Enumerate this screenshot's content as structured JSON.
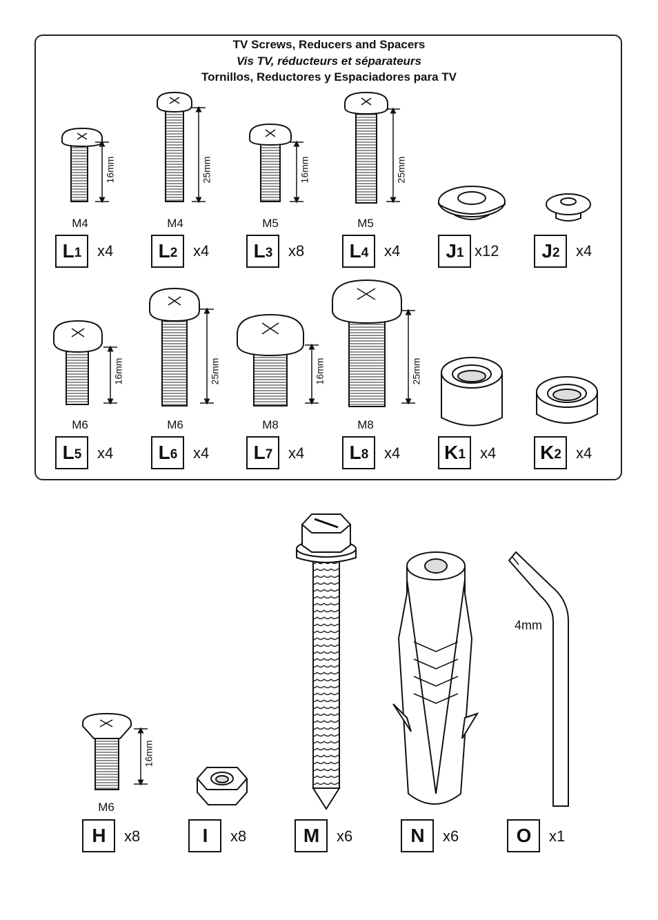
{
  "title": {
    "en": "TV Screws, Reducers and Spacers",
    "fr": "Vis TV, réducteurs et séparateurs",
    "es": "Tornillos, Reductores y Espaciadores para TV"
  },
  "row1": [
    {
      "id": "L1",
      "letter": "L",
      "sub": "1",
      "qty": "x4",
      "size": "M4",
      "length": "16mm"
    },
    {
      "id": "L2",
      "letter": "L",
      "sub": "2",
      "qty": "x4",
      "size": "M4",
      "length": "25mm"
    },
    {
      "id": "L3",
      "letter": "L",
      "sub": "3",
      "qty": "x8",
      "size": "M5",
      "length": "16mm"
    },
    {
      "id": "L4",
      "letter": "L",
      "sub": "4",
      "qty": "x4",
      "size": "M5",
      "length": "25mm"
    },
    {
      "id": "J1",
      "letter": "J",
      "sub": "1",
      "qty": "x12"
    },
    {
      "id": "J2",
      "letter": "J",
      "sub": "2",
      "qty": "x4"
    }
  ],
  "row2": [
    {
      "id": "L5",
      "letter": "L",
      "sub": "5",
      "qty": "x4",
      "size": "M6",
      "length": "16mm"
    },
    {
      "id": "L6",
      "letter": "L",
      "sub": "6",
      "qty": "x4",
      "size": "M6",
      "length": "25mm"
    },
    {
      "id": "L7",
      "letter": "L",
      "sub": "7",
      "qty": "x4",
      "size": "M8",
      "length": "16mm"
    },
    {
      "id": "L8",
      "letter": "L",
      "sub": "8",
      "qty": "x4",
      "size": "M8",
      "length": "25mm"
    },
    {
      "id": "K1",
      "letter": "K",
      "sub": "1",
      "qty": "x4"
    },
    {
      "id": "K2",
      "letter": "K",
      "sub": "2",
      "qty": "x4"
    }
  ],
  "row3": [
    {
      "id": "H",
      "letter": "H",
      "qty": "x8",
      "size": "M6",
      "length": "16mm"
    },
    {
      "id": "I",
      "letter": "I",
      "qty": "x8"
    },
    {
      "id": "M",
      "letter": "M",
      "qty": "x6"
    },
    {
      "id": "N",
      "letter": "N",
      "qty": "x6"
    },
    {
      "id": "O",
      "letter": "O",
      "qty": "x1",
      "length": "4mm"
    }
  ]
}
